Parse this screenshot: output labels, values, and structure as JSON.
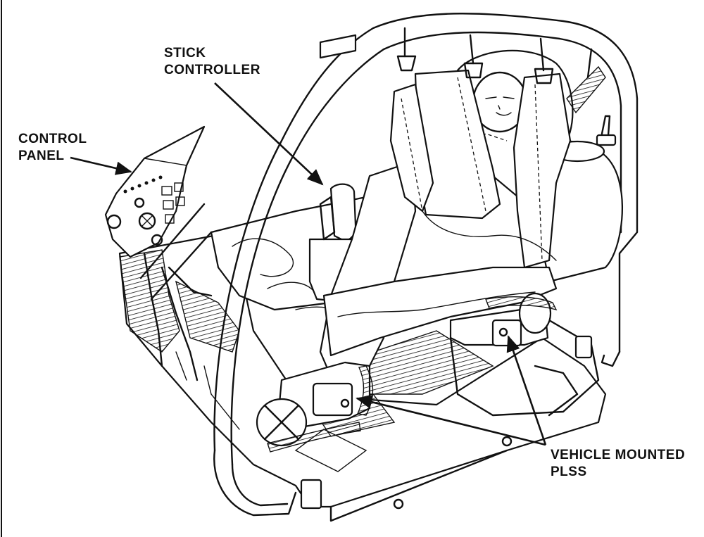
{
  "labels": {
    "stick_controller_line1": "STICK",
    "stick_controller_line2": "CONTROLLER",
    "control_panel_line1": "CONTROL",
    "control_panel_line2": "PANEL",
    "plss_line1": "VEHICLE MOUNTED",
    "plss_line2": "PLSS"
  }
}
